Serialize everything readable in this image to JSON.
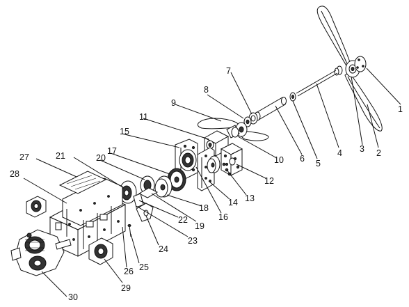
{
  "callouts": [
    {
      "id": "1",
      "label": "1"
    },
    {
      "id": "2",
      "label": "2"
    },
    {
      "id": "3",
      "label": "3"
    },
    {
      "id": "4",
      "label": "4"
    },
    {
      "id": "5",
      "label": "5"
    },
    {
      "id": "6",
      "label": "6"
    },
    {
      "id": "7",
      "label": "7"
    },
    {
      "id": "8",
      "label": "8"
    },
    {
      "id": "9",
      "label": "9"
    },
    {
      "id": "10",
      "label": "10"
    },
    {
      "id": "11",
      "label": "11"
    },
    {
      "id": "12",
      "label": "12"
    },
    {
      "id": "13",
      "label": "13"
    },
    {
      "id": "14",
      "label": "14"
    },
    {
      "id": "15",
      "label": "15"
    },
    {
      "id": "16",
      "label": "16"
    },
    {
      "id": "17",
      "label": "17"
    },
    {
      "id": "18",
      "label": "18"
    },
    {
      "id": "19",
      "label": "19"
    },
    {
      "id": "20",
      "label": "20"
    },
    {
      "id": "21",
      "label": "21"
    },
    {
      "id": "22",
      "label": "22"
    },
    {
      "id": "23",
      "label": "23"
    },
    {
      "id": "24",
      "label": "24"
    },
    {
      "id": "25",
      "label": "25"
    },
    {
      "id": "26",
      "label": "26"
    },
    {
      "id": "27",
      "label": "27"
    },
    {
      "id": "28",
      "label": "28"
    },
    {
      "id": "29",
      "label": "29"
    },
    {
      "id": "30",
      "label": "30"
    }
  ]
}
